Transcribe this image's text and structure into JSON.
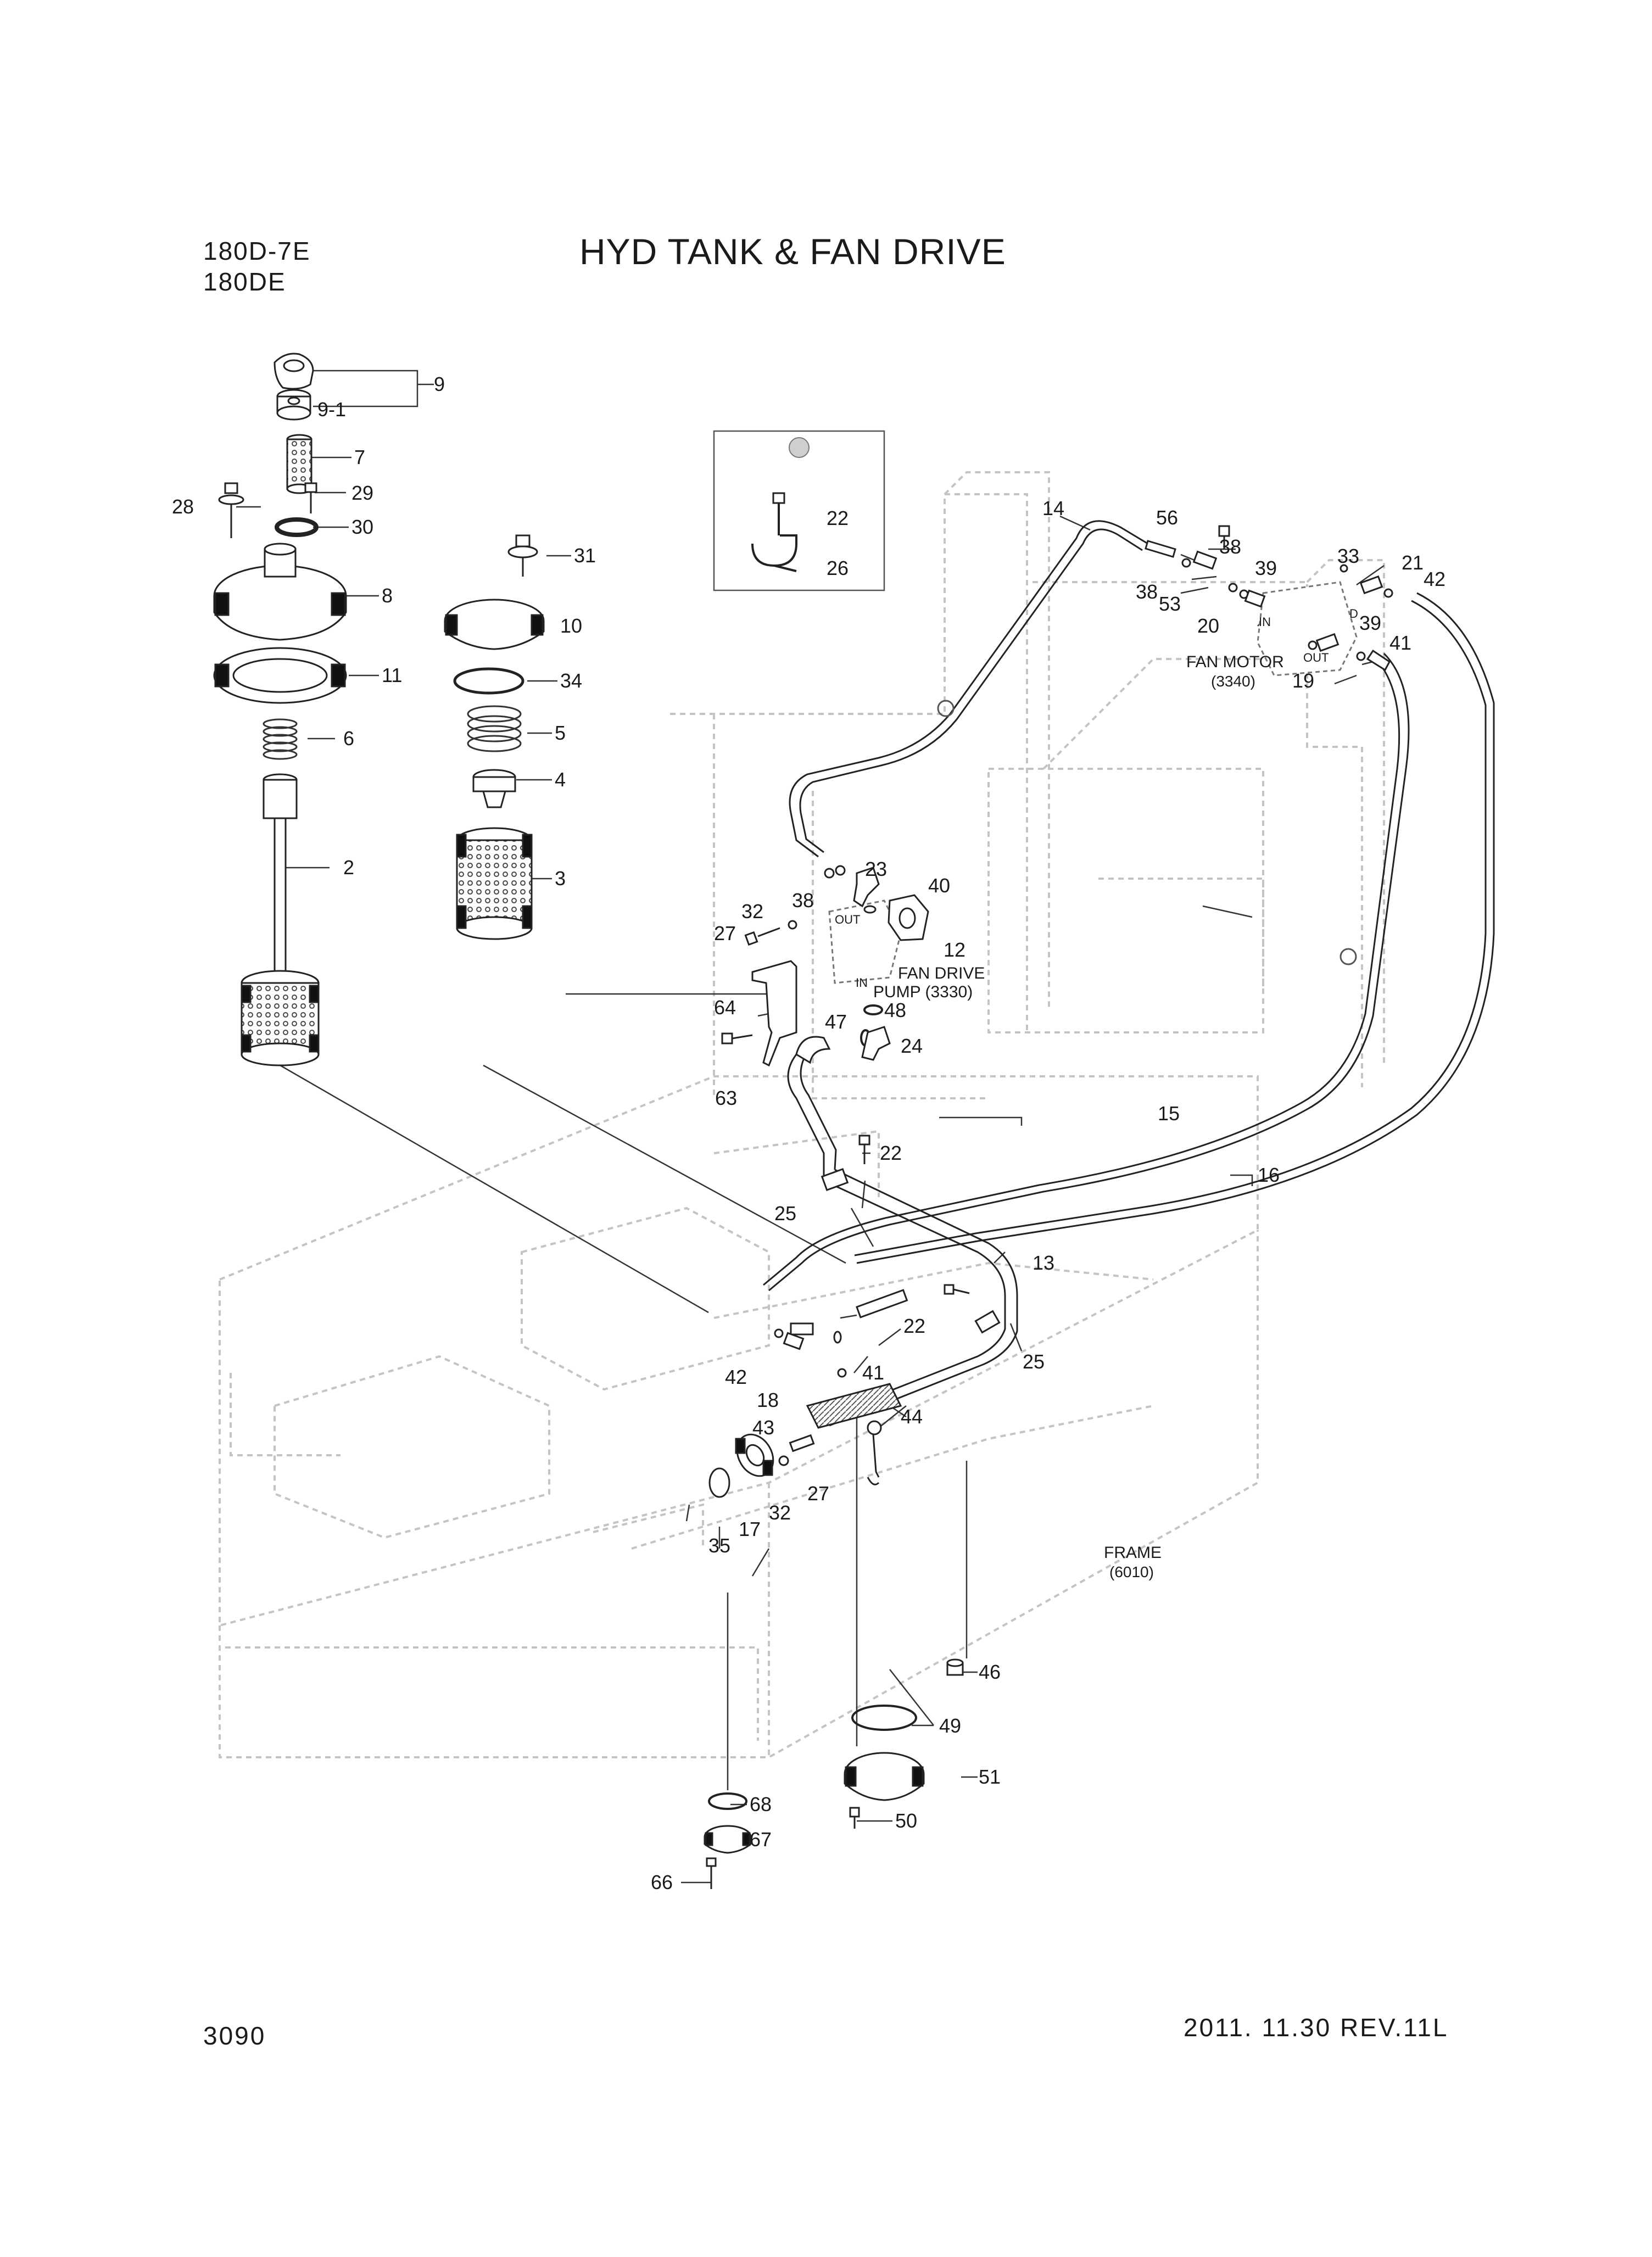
{
  "header": {
    "model_line_1": "180D-7E",
    "model_line_2": "180DE",
    "title": "HYD TANK & FAN DRIVE"
  },
  "footer": {
    "page_number": "3090",
    "revision": "2011. 11.30  REV.11L"
  },
  "notes": {
    "fan_motor": "FAN MOTOR",
    "fan_motor_ref": "(3340)",
    "fan_drive_pump": "FAN DRIVE",
    "fan_drive_pump_2": "PUMP (3330)",
    "frame": "FRAME",
    "frame_ref": "(6010)",
    "port_in_pump": "IN",
    "port_out_pump": "OUT",
    "port_in_motor": "IN",
    "port_out_motor": "OUT",
    "port_d_motor": "D"
  },
  "callouts": [
    {
      "id": "c9",
      "label": "9"
    },
    {
      "id": "c9-1",
      "label": "9-1"
    },
    {
      "id": "c7",
      "label": "7"
    },
    {
      "id": "c29",
      "label": "29"
    },
    {
      "id": "c28",
      "label": "28"
    },
    {
      "id": "c30",
      "label": "30"
    },
    {
      "id": "c8",
      "label": "8"
    },
    {
      "id": "c11",
      "label": "11"
    },
    {
      "id": "c6",
      "label": "6"
    },
    {
      "id": "c2",
      "label": "2"
    },
    {
      "id": "c31",
      "label": "31"
    },
    {
      "id": "c10",
      "label": "10"
    },
    {
      "id": "c34",
      "label": "34"
    },
    {
      "id": "c5",
      "label": "5"
    },
    {
      "id": "c4",
      "label": "4"
    },
    {
      "id": "c3",
      "label": "3"
    },
    {
      "id": "c22a",
      "label": "22"
    },
    {
      "id": "c26",
      "label": "26"
    },
    {
      "id": "c14",
      "label": "14"
    },
    {
      "id": "c56",
      "label": "56"
    },
    {
      "id": "c38a",
      "label": "38"
    },
    {
      "id": "c38b",
      "label": "38"
    },
    {
      "id": "c53",
      "label": "53"
    },
    {
      "id": "c39a",
      "label": "39"
    },
    {
      "id": "c20",
      "label": "20"
    },
    {
      "id": "c33",
      "label": "33"
    },
    {
      "id": "c21",
      "label": "21"
    },
    {
      "id": "c42a",
      "label": "42"
    },
    {
      "id": "c39b",
      "label": "39"
    },
    {
      "id": "c41a",
      "label": "41"
    },
    {
      "id": "c19",
      "label": "19"
    },
    {
      "id": "c38c",
      "label": "38"
    },
    {
      "id": "c23",
      "label": "23"
    },
    {
      "id": "c40",
      "label": "40"
    },
    {
      "id": "c32a",
      "label": "32"
    },
    {
      "id": "c27a",
      "label": "27"
    },
    {
      "id": "c12",
      "label": "12"
    },
    {
      "id": "c64",
      "label": "64"
    },
    {
      "id": "c47",
      "label": "47"
    },
    {
      "id": "c48",
      "label": "48"
    },
    {
      "id": "c24",
      "label": "24"
    },
    {
      "id": "c63",
      "label": "63"
    },
    {
      "id": "c22b",
      "label": "22"
    },
    {
      "id": "c15",
      "label": "15"
    },
    {
      "id": "c16",
      "label": "16"
    },
    {
      "id": "c25a",
      "label": "25"
    },
    {
      "id": "c13",
      "label": "13"
    },
    {
      "id": "c22c",
      "label": "22"
    },
    {
      "id": "c25b",
      "label": "25"
    },
    {
      "id": "c42b",
      "label": "42"
    },
    {
      "id": "c41b",
      "label": "41"
    },
    {
      "id": "c18",
      "label": "18"
    },
    {
      "id": "c43",
      "label": "43"
    },
    {
      "id": "c44",
      "label": "44"
    },
    {
      "id": "c27b",
      "label": "27"
    },
    {
      "id": "c32b",
      "label": "32"
    },
    {
      "id": "c35",
      "label": "35"
    },
    {
      "id": "c17",
      "label": "17"
    },
    {
      "id": "c46",
      "label": "46"
    },
    {
      "id": "c49",
      "label": "49"
    },
    {
      "id": "c51",
      "label": "51"
    },
    {
      "id": "c50",
      "label": "50"
    },
    {
      "id": "c68",
      "label": "68"
    },
    {
      "id": "c67",
      "label": "67"
    },
    {
      "id": "c66",
      "label": "66"
    }
  ]
}
